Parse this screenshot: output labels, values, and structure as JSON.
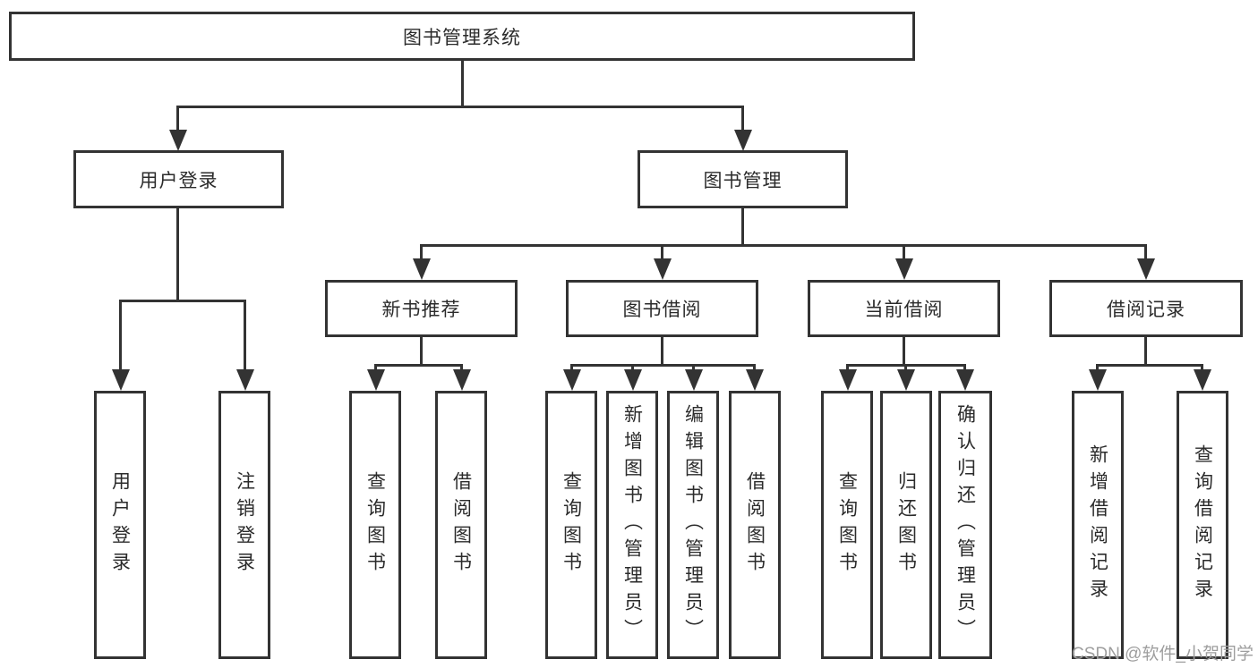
{
  "tree": {
    "root": {
      "label": "图书管理系统"
    },
    "user_login": {
      "label": "用户登录",
      "children": [
        {
          "label": "用户登录"
        },
        {
          "label": "注销登录"
        }
      ]
    },
    "book_management": {
      "label": "图书管理",
      "children": [
        {
          "label": "新书推荐",
          "children": [
            {
              "label": "查询图书"
            },
            {
              "label": "借阅图书"
            }
          ]
        },
        {
          "label": "图书借阅",
          "children": [
            {
              "label": "查询图书"
            },
            {
              "label": "新增图书（管理员）"
            },
            {
              "label": "编辑图书（管理员）"
            },
            {
              "label": "借阅图书"
            }
          ]
        },
        {
          "label": "当前借阅",
          "children": [
            {
              "label": "查询图书"
            },
            {
              "label": "归还图书"
            },
            {
              "label": "确认归还（管理员）"
            }
          ]
        },
        {
          "label": "借阅记录",
          "children": [
            {
              "label": "新增借阅记录"
            },
            {
              "label": "查询借阅记录"
            }
          ]
        }
      ]
    }
  },
  "watermark": {
    "text": "CSDN @软件_小贺同学"
  },
  "colors": {
    "line": "#333333",
    "text": "#2b2b2b",
    "watermark": "#9e9e9e",
    "background": "#ffffff"
  }
}
